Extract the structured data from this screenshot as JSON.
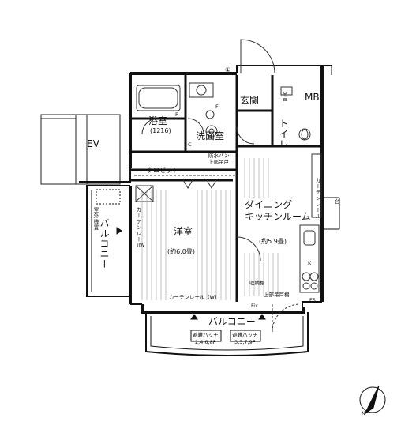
{
  "rooms": {
    "bath": {
      "name": "浴室",
      "size": "(1216)"
    },
    "washroom": "洗面室",
    "entrance": "玄関",
    "mb": "MB",
    "toilet": "トイレ",
    "toilet_cabinet": "吊戸",
    "ldk": {
      "name1": "ダイニング",
      "name2": "キッチンルーム",
      "size": "(約5.9畳)"
    },
    "western": {
      "name": "洋室",
      "size": "(約6.0畳)"
    },
    "closet": "クロゼット",
    "balcony_south": "バルコニー",
    "balcony_west": "バルコニー",
    "ev": "EV"
  },
  "labels": {
    "waterproof_pan": "防水パン",
    "upper_cabinet": "上部吊戸",
    "curtain_rail_h": "カーテンレール",
    "curtain_rail_v": "カーテンレール",
    "curtain_rail_w": "(W)",
    "curtain_rail_right": "カーテンレール",
    "outdoor_unit": "室外機置",
    "storage": "収納棚",
    "upper_wall_cabinet": "上部吊戸棚",
    "fix": "Fix",
    "hatch_left_title": "避難ハッチ",
    "hatch_left_floors": "2,4,6,8F",
    "hatch_right_title": "避難ハッチ",
    "hatch_right_floors": "3,5,7,9F",
    "mark_1": "①",
    "mark_r": "R",
    "mark_c": "C",
    "mark_f": "F",
    "mark_k": "K",
    "mark_w": "W",
    "mark_d": "台",
    "mark_fs": "FS",
    "north": "N"
  }
}
